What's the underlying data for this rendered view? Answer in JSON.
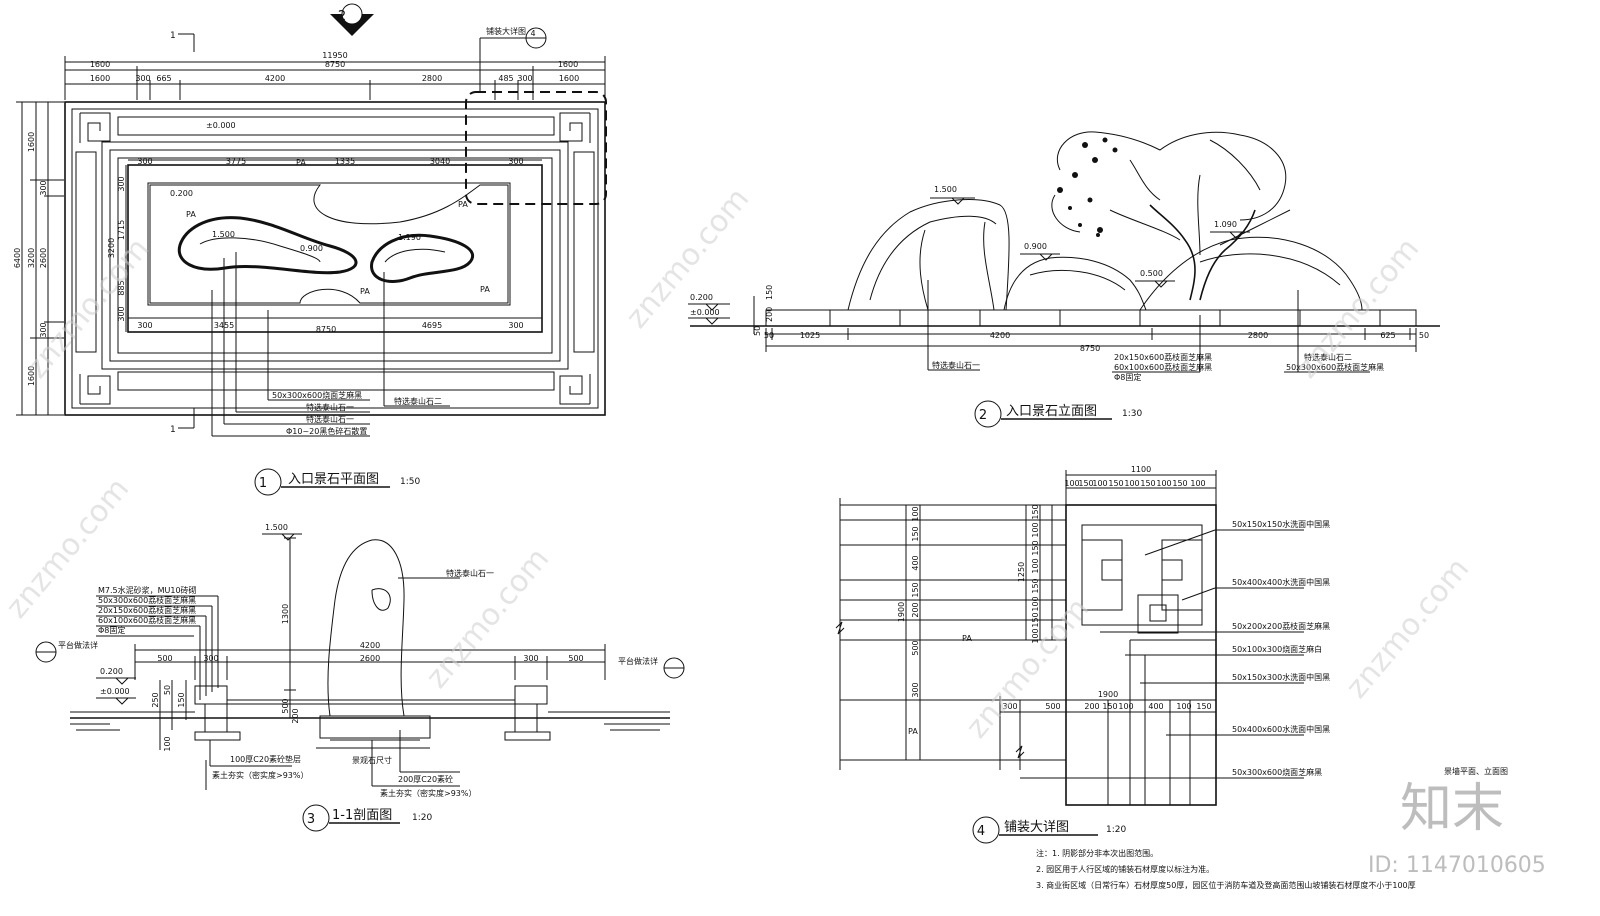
{
  "plan": {
    "title": "入口景石平面图",
    "scale": "1:50",
    "num": "1",
    "section_mark": "1",
    "north_mark": "2",
    "detail_ref": "铺装大详图",
    "detail_ref_num": "4",
    "dims_top": {
      "total": "11950",
      "inner": "8750",
      "a": "1600",
      "b": "300",
      "c": "665",
      "d": "4200",
      "e": "2800",
      "f": "485",
      "g": "300",
      "h": "1600",
      "i": "1600"
    },
    "dims_inner_top": {
      "a": "300",
      "b": "3775",
      "c": "1335",
      "d": "3040",
      "e": "300"
    },
    "dims_inner_bottom": {
      "a": "300",
      "b": "3455",
      "c": "8750",
      "d": "4695",
      "e": "300"
    },
    "dims_left": {
      "total": "6400",
      "a": "1600",
      "b": "3200",
      "c": "1600",
      "d": "300",
      "e": "2600",
      "f": "300"
    },
    "dims_inner_left": {
      "a": "300",
      "b": "1715",
      "c": "3200",
      "d": "885",
      "e": "300"
    },
    "levels": {
      "l0": "±0.000",
      "l1": "0.200",
      "l2": "1.500",
      "l3": "0.900",
      "l4": "1.190"
    },
    "pa": "PA",
    "labels": [
      "50x300x600烧面芝麻黑",
      "特选泰山石一",
      "特选泰山石一",
      "特选泰山石二",
      "Φ10~20黑色碎石散置"
    ]
  },
  "elevation": {
    "title": "入口景石立面图",
    "scale": "1:30",
    "num": "2",
    "levels": {
      "a": "1.500",
      "b": "0.900",
      "c": "1.090",
      "d": "0.500",
      "e": "0.200",
      "f": "±0.000"
    },
    "dims": {
      "a": "50",
      "b": "1025",
      "c": "4200",
      "d": "2800",
      "e": "625",
      "f": "50",
      "total": "8750",
      "h1": "150",
      "h2": "200",
      "h3": "50"
    },
    "labels": [
      "特选泰山石一",
      "20x150x600荔枝面芝麻黑",
      "60x100x600荔枝面芝麻黑",
      "Φ8固定",
      "特选泰山石二",
      "50x300x600荔枝面芝麻黑"
    ]
  },
  "section": {
    "title": "1-1剖面图",
    "scale": "1:20",
    "num": "3",
    "levels": {
      "a": "1.500",
      "b": "0.200",
      "c": "±0.000"
    },
    "dims": {
      "total": "4200",
      "inner": "2600",
      "a": "500",
      "b": "300",
      "c": "300",
      "d": "500",
      "v1": "1300",
      "v2": "500",
      "v3": "200",
      "v4": "250",
      "v5": "50",
      "v6": "100",
      "v7": "150"
    },
    "left_labels": [
      "M7.5水泥砂浆，MU10砖砌",
      "50x300x600荔枝面芝麻黑",
      "20x150x600荔枝面芝麻黑",
      "60x100x600荔枝面芝麻黑",
      "Φ8固定"
    ],
    "stone_label": "特选泰山石一",
    "ref_left": "平台做法详",
    "ref_right": "平台做法详",
    "bottom_labels": [
      "100厚C20素砼垫层",
      "素土夯实（密实度>93%）",
      "景观石尺寸",
      "200厚C20素砼",
      "素土夯实（密实度>93%）"
    ]
  },
  "detail": {
    "title": "铺装大详图",
    "scale": "1:20",
    "num": "4",
    "dims_top": {
      "total": "1100",
      "seg": [
        "100",
        "150",
        "100",
        "150",
        "100",
        "150",
        "100",
        "150",
        "100"
      ]
    },
    "dims_left": {
      "total": "1900",
      "a": "100",
      "b": "150",
      "c": "400",
      "d": "150",
      "e": "200",
      "f": "500",
      "g": "300",
      "h": "1250"
    },
    "dims_left2": [
      "150",
      "100",
      "150",
      "100",
      "150",
      "100",
      "150",
      "100"
    ],
    "dims_bottom": {
      "total": "1900",
      "a": "300",
      "b": "500",
      "c": "200",
      "d": "150",
      "e": "100",
      "f": "400",
      "g": "100",
      "h": "150"
    },
    "pa": "PA",
    "labels": [
      "50x150x150水洗面中国黑",
      "50x400x400水洗面中国黑",
      "50x200x200荔枝面芝麻黑",
      "50x100x300烧面芝麻白",
      "50x150x300水洗面中国黑",
      "50x400x600水洗面中国黑",
      "50x300x600烧面芝麻黑"
    ]
  },
  "notes": {
    "head": "注：1. 阴影部分非本次出图范围。",
    "l2": "2. 园区用于人行区域的铺装石材厚度以标注为准。",
    "l3": "3. 商业街区域（日常行车）石材厚度50厚，园区位于消防车道及登高面范围山坡铺装石材厚度不小于100厚"
  },
  "side_caption": "景墙平面、立面图",
  "brand": {
    "logo": "知末",
    "id": "ID: 1147010605"
  },
  "watermark": "znzmo.com"
}
